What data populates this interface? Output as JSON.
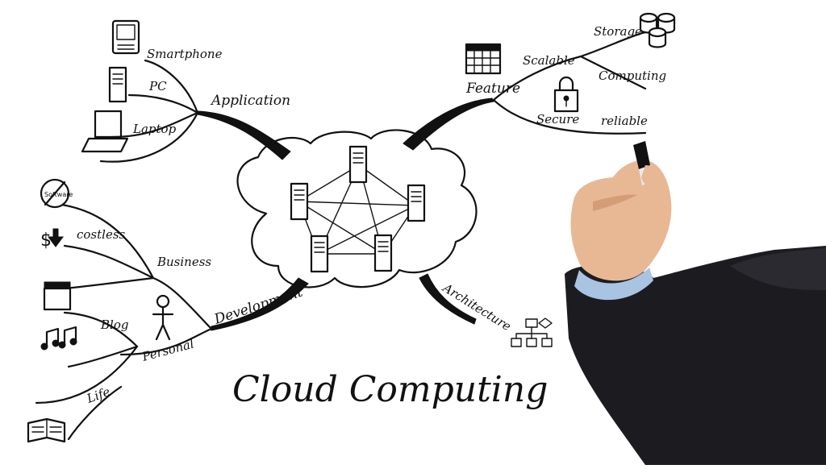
{
  "diagram": {
    "title": "Cloud Computing",
    "branches": {
      "application": {
        "label": "Application",
        "children": [
          "Smartphone",
          "PC",
          "Laptop"
        ]
      },
      "feature": {
        "label": "Feature",
        "children": [
          "Scalable",
          "Storage",
          "Computing",
          "Secure",
          "reliable"
        ]
      },
      "development": {
        "label": "Development",
        "business": {
          "label": "Business",
          "children": [
            "Software",
            "costless"
          ]
        },
        "personal": {
          "label": "Personal",
          "children": [
            "Blog",
            "Life"
          ]
        }
      },
      "architecture": {
        "label": "Architecture"
      }
    },
    "icons": {
      "dollar": "$"
    }
  }
}
